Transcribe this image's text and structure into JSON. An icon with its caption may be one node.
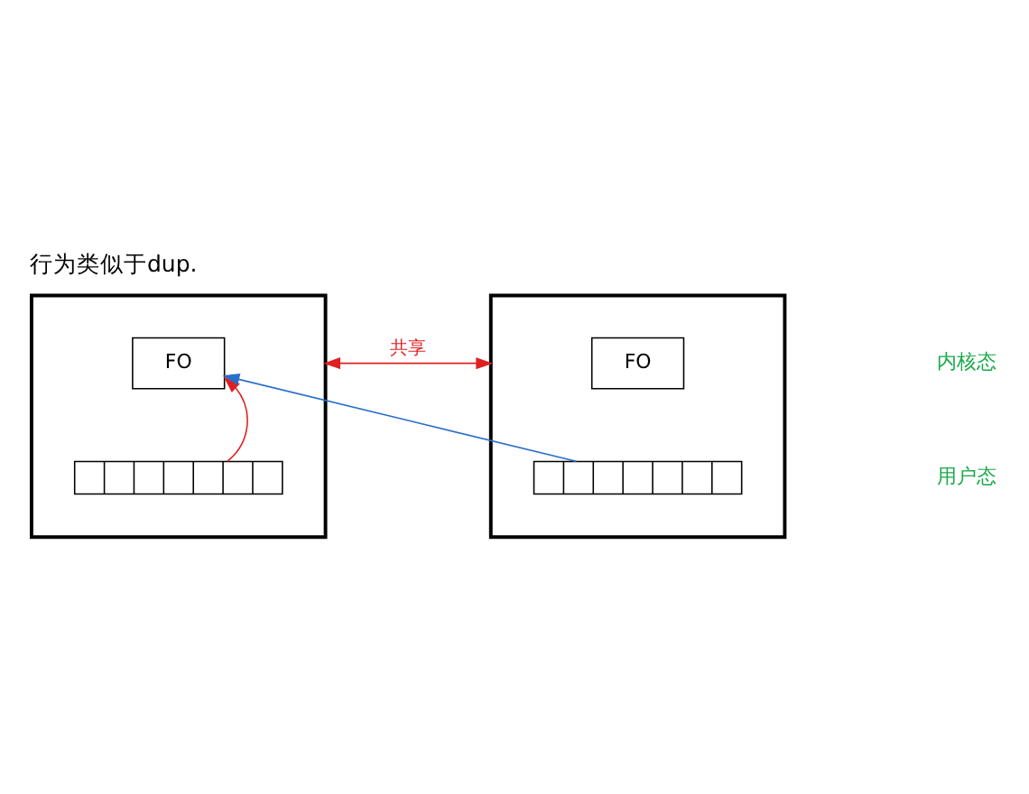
{
  "diagram": {
    "title": "行为类似于dup.",
    "nodes": [
      {
        "text": [],
        "shape": "box"
      },
      {
        "text": [
          "FO"
        ],
        "in": 0
      },
      {
        "text": [],
        "shape": "bar",
        "in": 0
      },
      {
        "text": [],
        "shape": "box"
      },
      {
        "text": [
          "FO"
        ],
        "in": 3
      },
      {
        "text": [],
        "shape": "bar",
        "in": 3
      }
    ],
    "edges": [
      {
        "from": 0,
        "to": 3,
        "arrow": "both",
        "label": "共享",
        "color": "#e02020"
      },
      {
        "from": 2,
        "to": 1,
        "arrow": "to",
        "color": "#e02020"
      },
      {
        "from": 5,
        "to": 1,
        "arrow": "to",
        "color": "#2a6fc9"
      }
    ],
    "labels": [
      "内核态",
      "用户态"
    ]
  }
}
